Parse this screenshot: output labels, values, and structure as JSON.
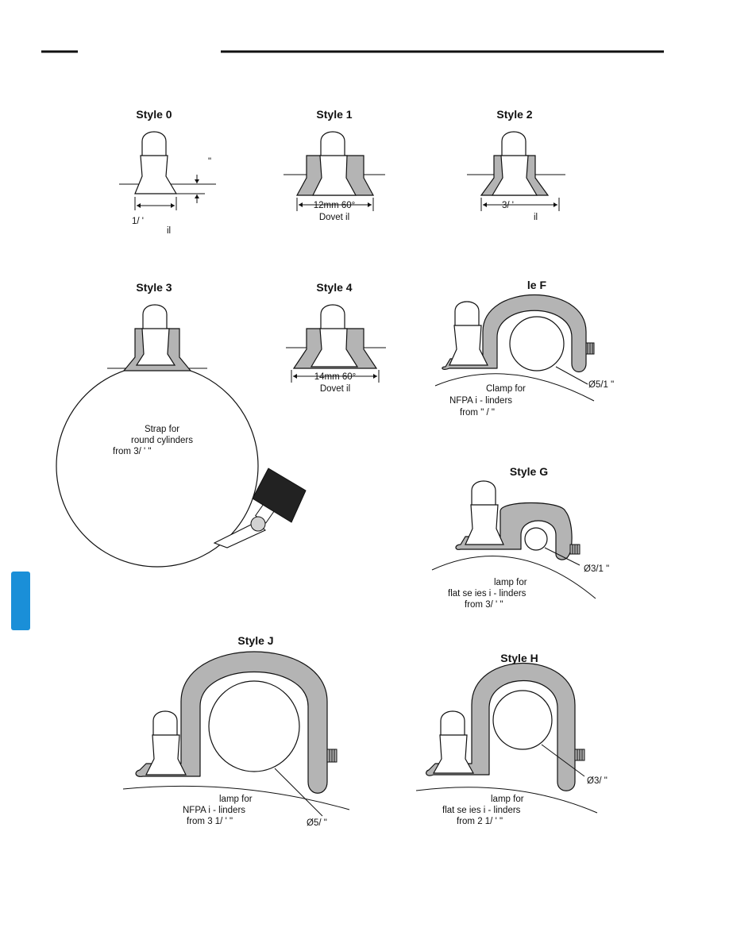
{
  "colors": {
    "part_fill": "#b4b4b4",
    "knob_fill": "#222222",
    "side_tab": "#1a8fd8",
    "rule": "#111111"
  },
  "styles": {
    "s0": {
      "title": "Style 0",
      "mark": "\"",
      "dim1": "1/ '",
      "dim2": "il"
    },
    "s1": {
      "title": "Style 1",
      "dim1": "12mm 60°",
      "dim2": "Dovet  il"
    },
    "s2": {
      "title": "Style 2",
      "dim1": "3/  '",
      "dim2": "il"
    },
    "s3": {
      "title": "Style 3",
      "note1": "Strap for",
      "note2": "round cylinders",
      "note3": "from 3/  '       \""
    },
    "s4": {
      "title": "Style 4",
      "dim1": "14mm 60°",
      "dim2": "Dovet  il"
    },
    "sF": {
      "title": "le F",
      "dia": "Ø5/1  \"",
      "note1": "Clamp for",
      "note2": "NFPA  i  -          linders",
      "note3": "from   \"          /  \""
    },
    "sG": {
      "title": "Style G",
      "dia": "Ø3/1  \"",
      "note1": "lamp for",
      "note2": "flat se ies  i  -          linders",
      "note3": "from 3/  '       \""
    },
    "sJ": {
      "title": "Style J",
      "dia": "Ø5/  \"",
      "note1": "lamp for",
      "note2": "NFPA  i  -          linders",
      "note3": "from 3 1/  '       \""
    },
    "sH": {
      "title": "Style H",
      "dia": "Ø3/  \"",
      "note1": "lamp for",
      "note2": "flat se ies  i  -          linders",
      "note3": "from 2 1/  '       \""
    }
  }
}
